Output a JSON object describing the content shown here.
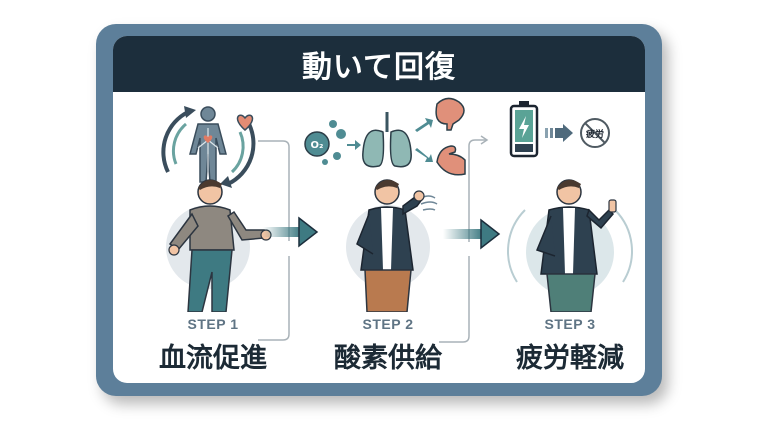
{
  "header": {
    "title": "動いて回復"
  },
  "steps": [
    {
      "label": "STEP 1",
      "title": "血流促進",
      "illustration": "man-walking-with-circulation-icon"
    },
    {
      "label": "STEP 2",
      "title": "酸素供給",
      "illustration": "man-breathing-with-oxygen-lungs-brain-muscle-icons"
    },
    {
      "label": "STEP 3",
      "title": "疲労軽減",
      "illustration": "man-thumbs-up-with-battery-no-fatigue-icons"
    }
  ],
  "icons": {
    "o2_text": "O₂",
    "fatigue_badge": "疲労"
  },
  "colors": {
    "frame": "#5d7f9a",
    "header_bg": "#1c2e3c",
    "title_text": "#ffffff",
    "step_label": "#5f7484",
    "step_title": "#1c2a35",
    "arrow_teal": "#3e7a82",
    "connector_gray": "#a9b2b8"
  }
}
